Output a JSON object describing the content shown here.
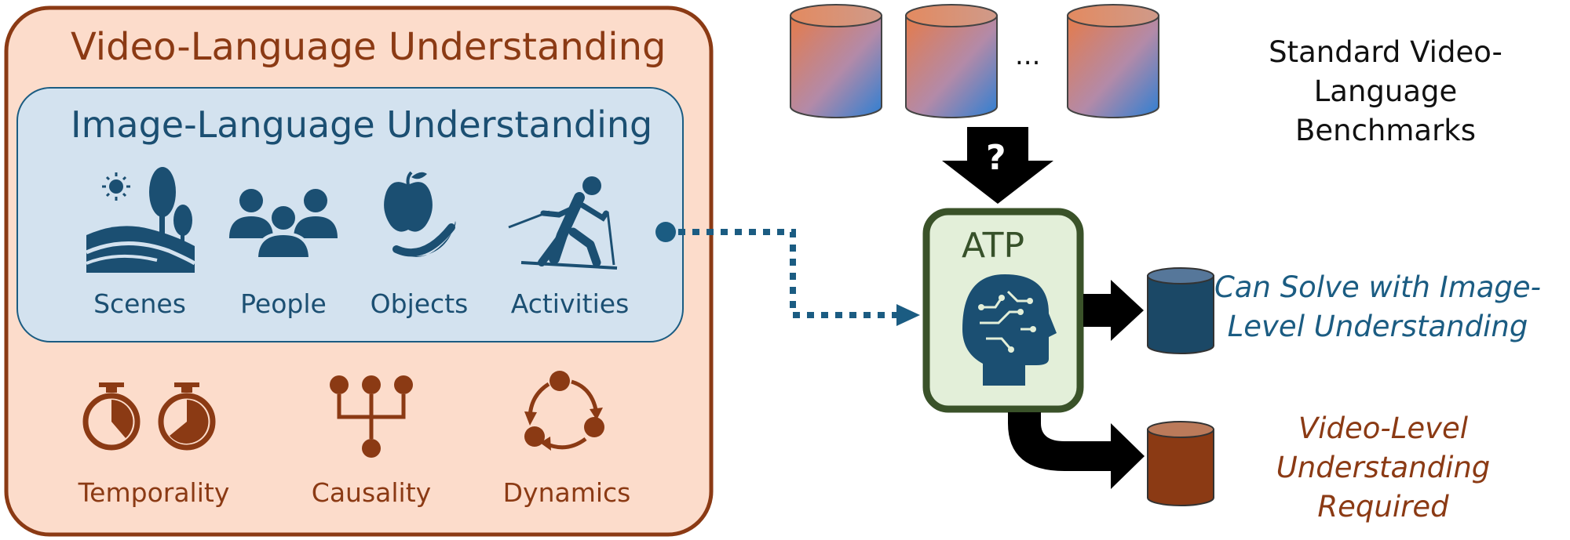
{
  "colors": {
    "outer_fill": "#fcdccb",
    "outer_stroke": "#8b3a14",
    "inner_fill": "#d3e2ef",
    "inner_stroke": "#1b5c82",
    "blue_icon": "#1b4f72",
    "brown_icon": "#8b3a14",
    "atp_fill": "#e3efd9",
    "atp_stroke": "#3a5229",
    "cyl_blue": "#1b4866",
    "cyl_brown": "#8b3a14"
  },
  "video_understanding": {
    "title": "Video-Language Understanding",
    "categories": [
      {
        "label": "Temporality",
        "icon": "stopwatch-icon"
      },
      {
        "label": "Causality",
        "icon": "causality-tree-icon"
      },
      {
        "label": "Dynamics",
        "icon": "cycle-icon"
      }
    ]
  },
  "image_understanding": {
    "title": "Image-Language Understanding",
    "categories": [
      {
        "label": "Scenes",
        "icon": "landscape-icon"
      },
      {
        "label": "People",
        "icon": "people-icon"
      },
      {
        "label": "Objects",
        "icon": "fruit-icon"
      },
      {
        "label": "Activities",
        "icon": "skier-icon"
      }
    ]
  },
  "benchmarks": {
    "title": "Standard Video-Language Benchmarks",
    "ellipsis": "...",
    "icon": "database-cylinder-icon"
  },
  "atp": {
    "label": "ATP",
    "question": "?",
    "icon": "brain-head-icon"
  },
  "outcomes": {
    "image_level": "Can Solve with Image-Level Understanding",
    "video_level": "Video-Level Understanding Required"
  }
}
